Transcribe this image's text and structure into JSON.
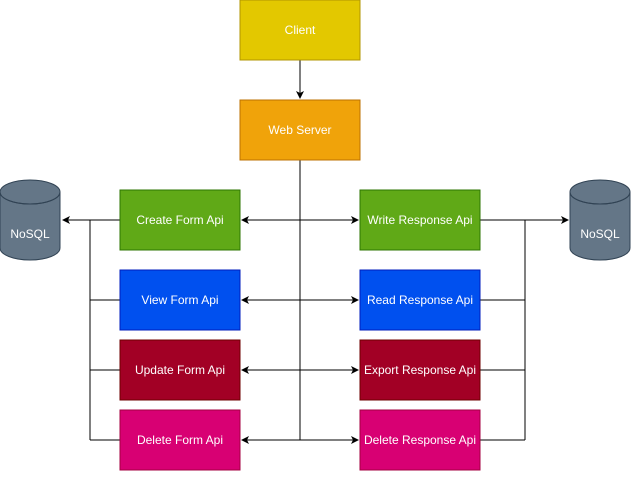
{
  "nodes": {
    "client": {
      "label": "Client",
      "fill": "#e3c800",
      "stroke": "#b09500"
    },
    "web_server": {
      "label": "Web Server",
      "fill": "#f0a30a",
      "stroke": "#bd7000"
    },
    "create_form": {
      "label": "Create Form Api",
      "fill": "#60a917",
      "stroke": "#2d7600"
    },
    "view_form": {
      "label": "View Form Api",
      "fill": "#0050ef",
      "stroke": "#001dbc"
    },
    "update_form": {
      "label": "Update Form Api",
      "fill": "#a20025",
      "stroke": "#6f0000"
    },
    "delete_form": {
      "label": "Delete Form Api",
      "fill": "#d80073",
      "stroke": "#a50040"
    },
    "write_response": {
      "label": "Write Response Api",
      "fill": "#60a917",
      "stroke": "#2d7600"
    },
    "read_response": {
      "label": "Read Response Api",
      "fill": "#0050ef",
      "stroke": "#001dbc"
    },
    "export_response": {
      "label": "Export Response Api",
      "fill": "#a20025",
      "stroke": "#6f0000"
    },
    "delete_response": {
      "label": "Delete Response Api",
      "fill": "#d80073",
      "stroke": "#a50040"
    },
    "nosql_left": {
      "label": "NoSQL",
      "fill": "#647687",
      "stroke": "#314354"
    },
    "nosql_right": {
      "label": "NoSQL",
      "fill": "#647687",
      "stroke": "#314354"
    }
  }
}
